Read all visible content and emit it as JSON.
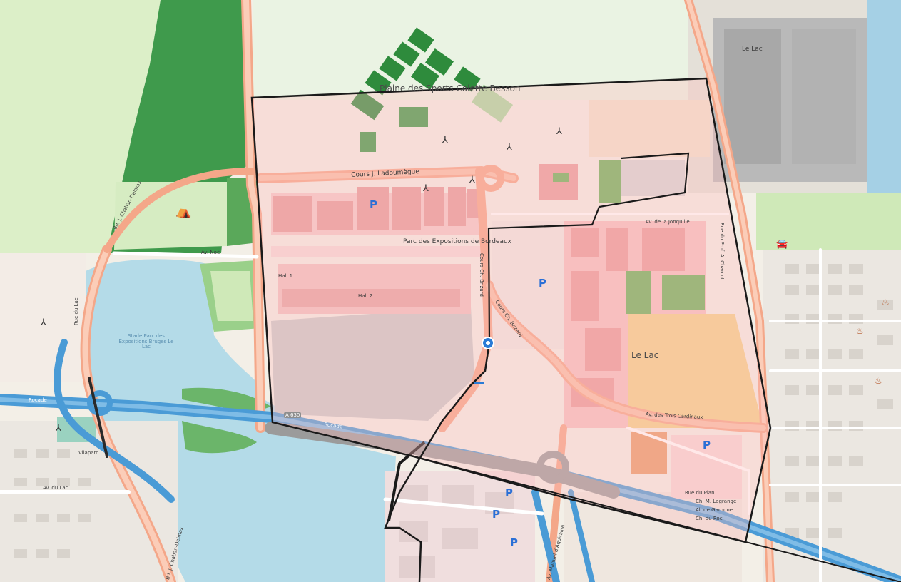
{
  "map": {
    "places": {
      "plaine_des_sports": "Plaine des Sports Colette Besson",
      "parc_expositions": "Parc des Expositions de Bordeaux",
      "le_lac": "Le Lac",
      "le_lac_top": "Le Lac",
      "vilaparc": "Vilaparc",
      "stade_parc": "Stade Parc des Expositions Bruges Le Lac"
    },
    "roads": {
      "cours_labroumigue": "Cours J. Ladoumègue",
      "cours_brizard": "Cours Ch. Brizard",
      "cours_brizard_south": "Cours Ch. Brizard",
      "av_trois_cardinaux": "Av. des Trois Cardinaux",
      "rocade_west": "Rocade",
      "rocade_mid": "Rocade",
      "bd_chaban_north": "Bd. J. Chaban-Delmas",
      "bd_chaban_south": "Bd. J. Chaban-Delmas",
      "av_du_lac": "Av. du Lac",
      "av_aquitaine": "Av. Manuel d'Aquitaine",
      "av_jonquille": "Av. de la Jonquille",
      "av_noe": "Av. Noë",
      "rue_du_lac": "Rue du Lac",
      "rue_charcot": "Rue du Prof. A. Charcot",
      "hall1": "Hall 1",
      "hall2": "Hall 2",
      "a630": "A 630",
      "rue_plan": "Rue du Plan",
      "ch_lagrange": "Ch. M. Lagrange",
      "al_garonne": "Al. de Garonne",
      "ch_roc": "Ch. du Roc"
    },
    "poi": {
      "parking": "P",
      "wind": "⅄",
      "camp": "⛺",
      "fire": "♨",
      "car": "🚘"
    },
    "colors": {
      "water": "#b4dbe8",
      "park": "#c8e6b3",
      "forest": "#3f9a4c",
      "commercial": "#f2c5c5",
      "retail": "#f6a7a7",
      "motorway": "#4a9bd6",
      "trunk": "#f4a789",
      "parking_fill": "#c9c9c9",
      "polygon": "#1a1a1a",
      "overlay": "rgba(255,190,190,0.35)"
    }
  }
}
